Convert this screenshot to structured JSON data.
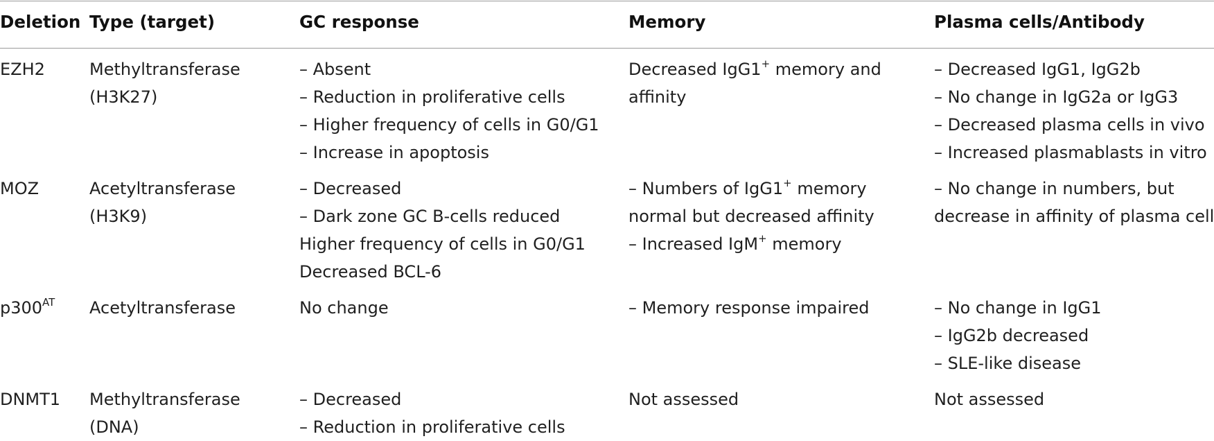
{
  "table": {
    "headers": [
      "Deletion",
      "Type (target)",
      "GC response",
      "Memory",
      "Plasma cells/Antibody"
    ],
    "rows": [
      {
        "deletion": {
          "text": "EZH2",
          "sup": ""
        },
        "type": [
          "Methyltransferase",
          "(H3K27)"
        ],
        "gc": [
          "– Absent",
          "– Reduction in proliferative cells",
          "– Higher frequency of cells in G0/G1",
          "– Increase in apoptosis"
        ],
        "memory": [
          {
            "pre": "Decreased IgG1",
            "sup": "+",
            "post": " memory and"
          },
          {
            "pre": "affinity",
            "sup": "",
            "post": ""
          }
        ],
        "plasma": [
          "– Decreased IgG1, IgG2b",
          "– No change in IgG2a or IgG3",
          "– Decreased plasma cells in vivo",
          "– Increased plasmablasts in vitro"
        ]
      },
      {
        "deletion": {
          "text": "MOZ",
          "sup": ""
        },
        "type": [
          "Acetyltransferase",
          "(H3K9)"
        ],
        "gc": [
          "– Decreased",
          "– Dark zone GC B-cells reduced",
          "Higher frequency of cells in G0/G1",
          "Decreased BCL-6"
        ],
        "memory": [
          {
            "pre": "– Numbers of IgG1",
            "sup": "+",
            "post": " memory"
          },
          {
            "pre": "normal but decreased affinity",
            "sup": "",
            "post": ""
          },
          {
            "pre": "– Increased IgM",
            "sup": "+",
            "post": " memory"
          }
        ],
        "plasma": [
          "– No change in numbers, but",
          "decrease in affinity of plasma cells"
        ]
      },
      {
        "deletion": {
          "text": "p300",
          "sup": "AT"
        },
        "type": [
          "Acetyltransferase"
        ],
        "gc": [
          "No change"
        ],
        "memory": [
          {
            "pre": "– Memory response impaired",
            "sup": "",
            "post": ""
          }
        ],
        "plasma": [
          "– No change in IgG1",
          "– IgG2b decreased",
          "– SLE-like disease"
        ]
      },
      {
        "deletion": {
          "text": "DNMT1",
          "sup": ""
        },
        "type": [
          "Methyltransferase",
          "(DNA)"
        ],
        "gc": [
          "– Decreased",
          "– Reduction in proliferative cells"
        ],
        "memory": [
          {
            "pre": "Not assessed",
            "sup": "",
            "post": ""
          }
        ],
        "plasma": [
          "Not assessed"
        ]
      }
    ]
  }
}
